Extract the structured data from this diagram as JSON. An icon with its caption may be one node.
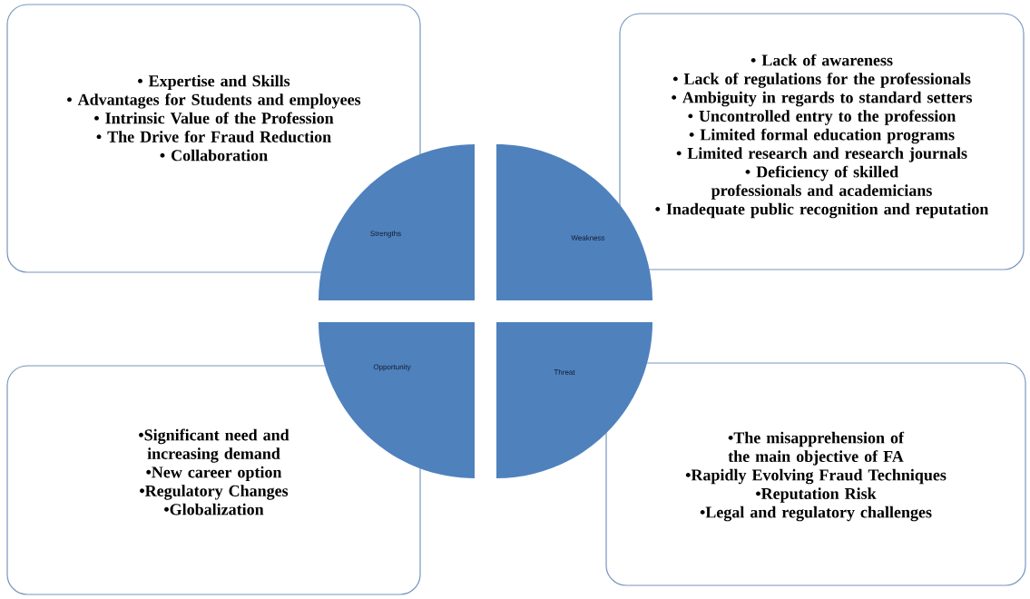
{
  "diagram": {
    "nodes": [
      {
        "text": [
          "• Expertise and Skills",
          "• Advantages for Students and employees",
          "• Intrinsic Value of the Profession",
          "• The Drive  for Fraud Reduction",
          "• Collaboration"
        ]
      },
      {
        "text": [
          "• Lack of awareness",
          "• Lack of regulations for the professionals",
          "• Ambiguity in regards to standard setters",
          "• Uncontrolled entry to the profession",
          "• Limited formal education programs",
          "• Limited research and research journals",
          "• Deficiency of skilled professionals and academicians",
          "• Inadequate public recognition and reputation"
        ]
      },
      {
        "text": [
          "•Significant need and increasing demand",
          "•New career option",
          "•Regulatory Changes",
          "•Globalization"
        ]
      },
      {
        "text": [
          "•The misapprehension of the main objective of FA",
          "•Rapidly Evolving Fraud Techniques",
          "•Reputation Risk",
          "•Legal and regulatory challenges"
        ]
      },
      {
        "text": [
          "Strengths"
        ]
      },
      {
        "text": [
          "Weakness"
        ]
      },
      {
        "text": [
          "Opportunity"
        ]
      },
      {
        "text": [
          "Threat"
        ]
      }
    ],
    "edges": []
  }
}
